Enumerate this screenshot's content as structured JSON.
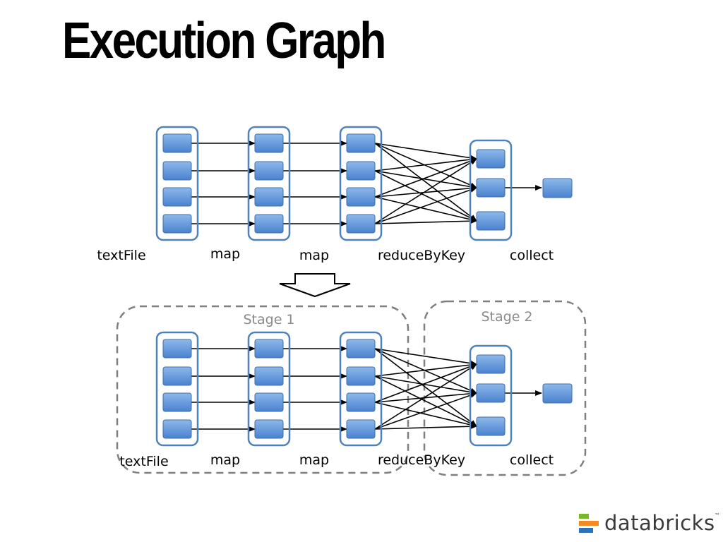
{
  "title": "Execution Graph",
  "top_graph": {
    "operators": [
      "textFile",
      "map",
      "map",
      "reduceByKey",
      "collect"
    ]
  },
  "bottom_graph": {
    "operators": [
      "textFile",
      "map",
      "map",
      "reduceByKey",
      "collect"
    ],
    "stages": [
      "Stage 1",
      "Stage 2"
    ]
  },
  "logo": {
    "text": "databricks",
    "trademark": "™"
  },
  "colors": {
    "partition_fill_top": "#8db8ea",
    "partition_fill_bottom": "#4a82cf",
    "partition_border": "#3f6fa8",
    "column_border": "#4f81bd",
    "stage_border": "#7f7f7f",
    "logo_green": "#76b82a",
    "logo_orange": "#f28b21",
    "logo_blue": "#2e73b9"
  }
}
